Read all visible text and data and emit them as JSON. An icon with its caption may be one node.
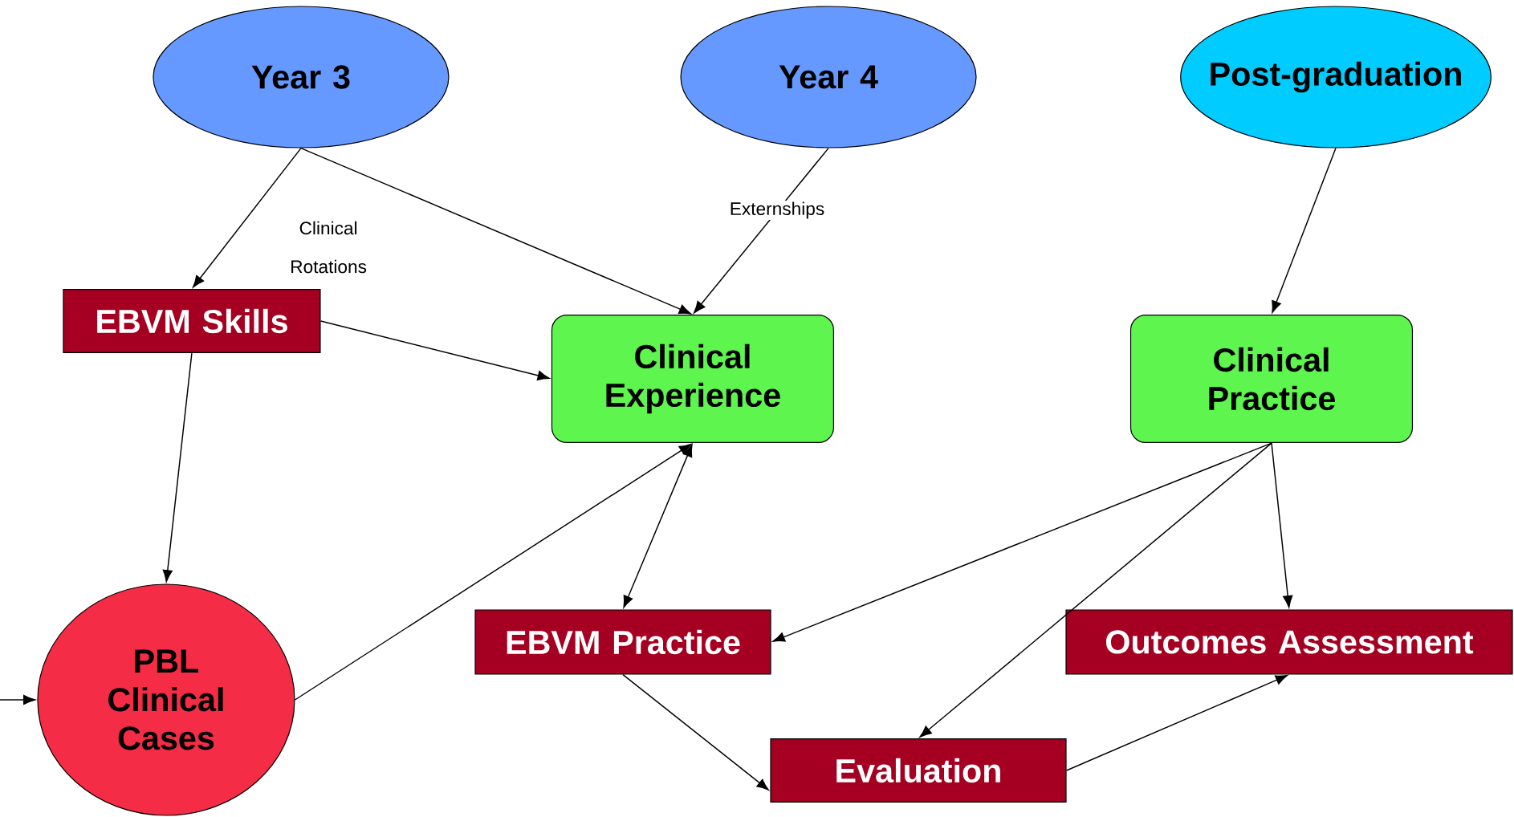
{
  "diagram": {
    "nodes": [
      {
        "text": [
          "Year 3"
        ]
      },
      {
        "text": [
          "Year 4"
        ]
      },
      {
        "text": [
          "Post-graduation"
        ]
      },
      {
        "text": [
          "EBVM Skills"
        ]
      },
      {
        "text": [
          "Clinical Experience"
        ]
      },
      {
        "text": [
          "Clinical Practice"
        ]
      },
      {
        "text": [
          "PBL Clinical Cases"
        ]
      },
      {
        "text": [
          "EBVM Practice"
        ]
      },
      {
        "text": [
          "Outcomes Assessment"
        ]
      },
      {
        "text": [
          "Evaluation"
        ]
      }
    ],
    "edges": [
      {
        "from": 0,
        "to": 3,
        "arrow": "to",
        "label": "Clinical Rotations"
      },
      {
        "from": 0,
        "to": 4,
        "arrow": "to"
      },
      {
        "from": 1,
        "to": 4,
        "arrow": "to",
        "label": "Externships"
      },
      {
        "from": 2,
        "to": 5,
        "arrow": "to"
      },
      {
        "from": 3,
        "to": 4,
        "arrow": "to"
      },
      {
        "from": 3,
        "to": 6,
        "arrow": "to"
      },
      {
        "from": 6,
        "to": 4,
        "arrow": "to"
      },
      {
        "from": 4,
        "to": 7,
        "arrow": "both"
      },
      {
        "from": 5,
        "to": 7,
        "arrow": "to"
      },
      {
        "from": 5,
        "to": 9,
        "arrow": "to"
      },
      {
        "from": 5,
        "to": 8,
        "arrow": "to"
      },
      {
        "from": 7,
        "to": 9,
        "arrow": "to"
      },
      {
        "from": 9,
        "to": 8,
        "arrow": "to"
      },
      {
        "from": null,
        "to": 6,
        "arrow": "to"
      }
    ]
  }
}
